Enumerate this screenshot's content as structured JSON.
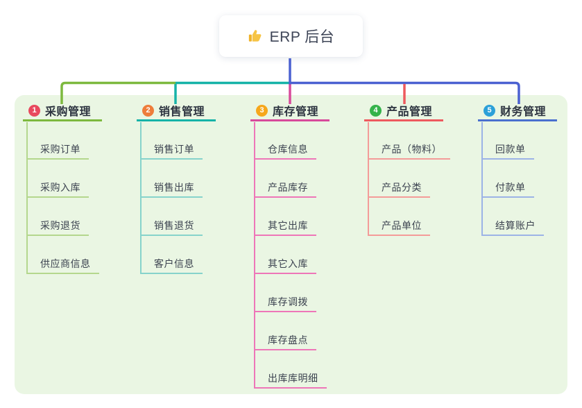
{
  "root": {
    "icon": "thumbs-up",
    "icon_color": "#f6c445",
    "title": "ERP 后台",
    "connector_color": "#4b61d1"
  },
  "canvas": {
    "background": "#ffffff",
    "panel_color": "#eaf6e3"
  },
  "branches": [
    {
      "number": "1",
      "title": "采购管理",
      "badge_color": "#e8495e",
      "line_color": "#7db93e",
      "child_line_color": "#b4d78d",
      "children": [
        "采购订单",
        "采购入库",
        "采购退货",
        "供应商信息"
      ]
    },
    {
      "number": "2",
      "title": "销售管理",
      "badge_color": "#ee7d3b",
      "line_color": "#16b3a8",
      "child_line_color": "#86d3cb",
      "children": [
        "销售订单",
        "销售出库",
        "销售退货",
        "客户信息"
      ]
    },
    {
      "number": "3",
      "title": "库存管理",
      "badge_color": "#f6a71b",
      "line_color": "#d84a9b",
      "child_line_color": "#ee76b8",
      "children": [
        "仓库信息",
        "产品库存",
        "其它出库",
        "其它入库",
        "库存调拨",
        "库存盘点",
        "出库库明细"
      ]
    },
    {
      "number": "4",
      "title": "产品管理",
      "badge_color": "#35b34a",
      "line_color": "#ee5a5e",
      "child_line_color": "#f49b99",
      "children": [
        "产品（物料）",
        "产品分类",
        "产品单位"
      ]
    },
    {
      "number": "5",
      "title": "财务管理",
      "badge_color": "#2ba0d8",
      "line_color": "#4a70cf",
      "child_line_color": "#9cb3e6",
      "children": [
        "回款单",
        "付款单",
        "结算账户"
      ]
    }
  ]
}
